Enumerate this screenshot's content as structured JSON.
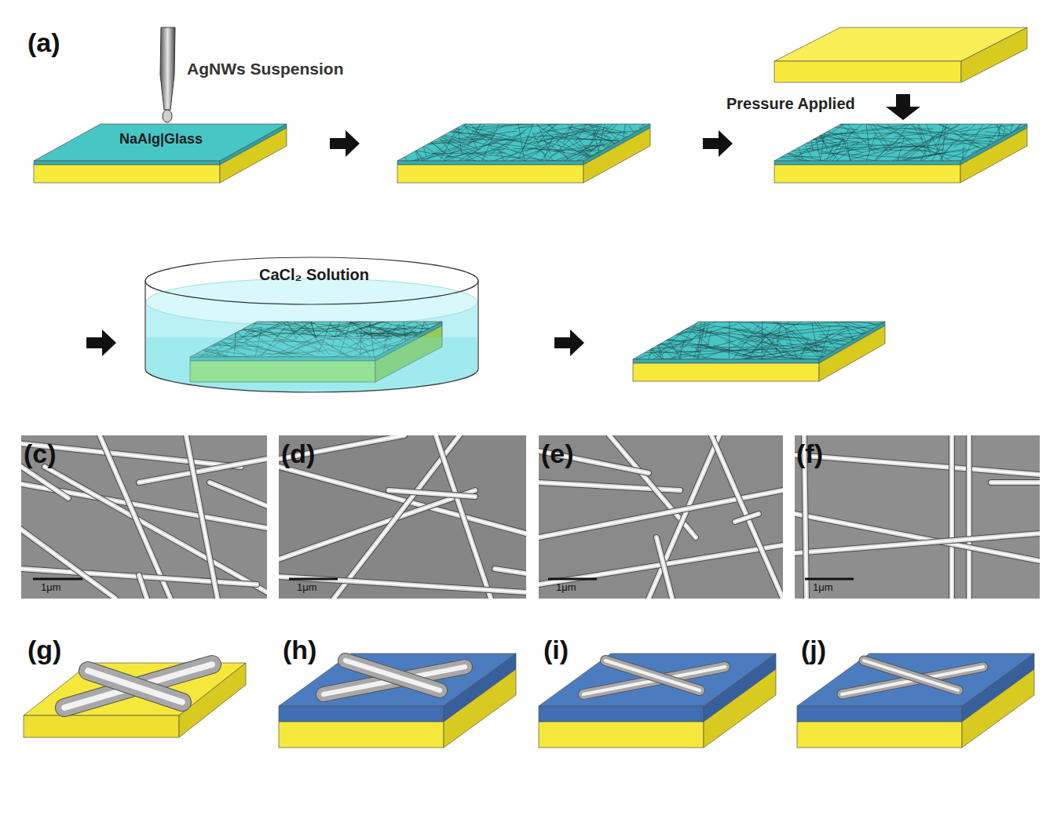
{
  "diagram": {
    "nodes": [
      {
        "text": [
          "NaAlg|Glass"
        ]
      },
      {
        "text": [
          "CaCl₂ Solution"
        ]
      }
    ],
    "labels": [
      "(a)",
      "AgNWs Suspension",
      "Pressure Applied",
      "(c)",
      "1μm",
      "(d)",
      "1μm",
      "(e)",
      "1μm",
      "(f)",
      "1μm",
      "(g)",
      "(h)",
      "(i)",
      "(j)"
    ]
  }
}
